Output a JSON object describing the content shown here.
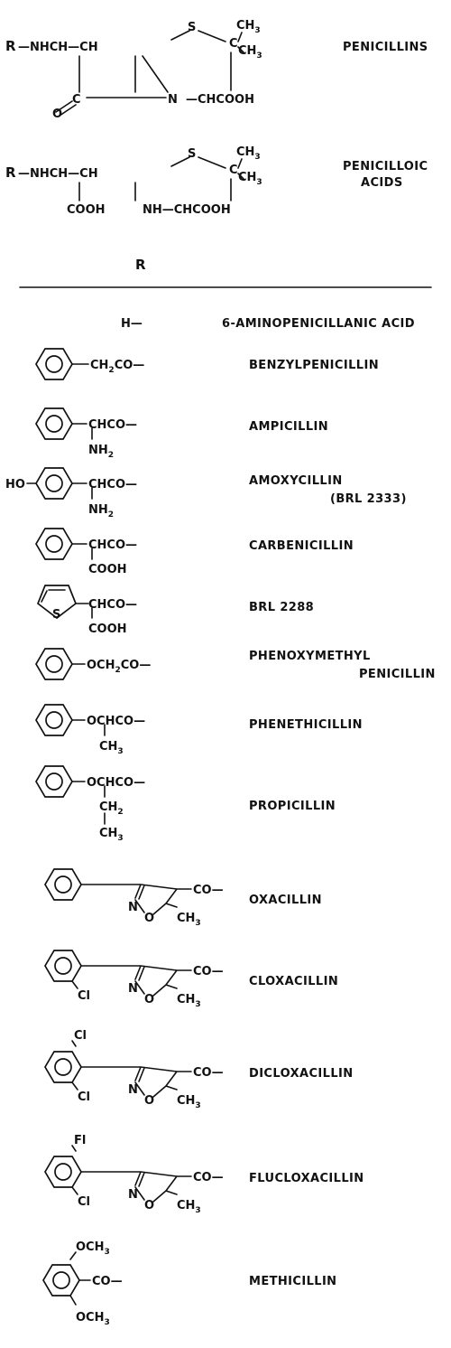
{
  "header": {
    "penicillins": {
      "r": "R",
      "top": "—NHCH—CH",
      "s": "S",
      "c": "C",
      "ch3a": "CH",
      "ch3b": "CH",
      "three": "3",
      "o": "O",
      "cpart": "C",
      "n": "N",
      "chcooh": "—CHCOOH",
      "name": "PENICILLINS"
    },
    "penicilloic": {
      "r": "R",
      "top": "—NHCH—CH",
      "s": "S",
      "c": "C",
      "ch3a": "CH",
      "ch3b": "CH",
      "three": "3",
      "cooh": "COOH",
      "nh": "NH—CHCOOH",
      "name1": "PENICILLOIC",
      "name2": "ACIDS"
    },
    "r_heading": "R"
  },
  "compounds": [
    {
      "name": "6-AMINOPENICILLANIC ACID",
      "fragment": "H—"
    },
    {
      "name": "BENZYLPENICILLIN",
      "fragment": "CH",
      "sub": "2",
      "tail": "CO—"
    },
    {
      "name": "AMPICILLIN",
      "fragment": "CHCO—",
      "below": "NH",
      "below_sub": "2"
    },
    {
      "name": "AMOXYCILLIN",
      "name2": "(BRL 2333)",
      "prefix": "HO",
      "fragment": "CHCO—",
      "below": "NH",
      "below_sub": "2"
    },
    {
      "name": "CARBENICILLIN",
      "fragment": "CHCO—",
      "below": "COOH"
    },
    {
      "name": "BRL 2288",
      "ring_atom": "S",
      "fragment": "CHCO—",
      "below": "COOH"
    },
    {
      "name": "PHENOXYMETHYL",
      "name2": "PENICILLIN",
      "fragment": "OCH",
      "sub": "2",
      "tail": "CO—"
    },
    {
      "name": "PHENETHICILLIN",
      "fragment": "OCHCO—",
      "below": "CH",
      "below_sub": "3"
    },
    {
      "name": "PROPICILLIN",
      "fragment": "OCHCO—",
      "below": "CH",
      "below_sub": "2",
      "below2": "CH",
      "below2_sub": "3"
    },
    {
      "name": "OXACILLIN",
      "fragment": "CO—",
      "n": "N",
      "o": "O",
      "ch3": "CH",
      "ch3_sub": "3"
    },
    {
      "name": "CLOXACILLIN",
      "fragment": "CO—",
      "n": "N",
      "o": "O",
      "ch3": "CH",
      "ch3_sub": "3",
      "cl_low": "Cl"
    },
    {
      "name": "DICLOXACILLIN",
      "fragment": "CO—",
      "n": "N",
      "o": "O",
      "ch3": "CH",
      "ch3_sub": "3",
      "cl_top": "Cl",
      "cl_low": "Cl"
    },
    {
      "name": "FLUCLOXACILLIN",
      "fragment": "CO—",
      "n": "N",
      "o": "O",
      "ch3": "CH",
      "ch3_sub": "3",
      "fl_top": "Fl",
      "cl_low": "Cl"
    },
    {
      "name": "METHICILLIN",
      "fragment": "CO—",
      "och3_top": "OCH",
      "och3_top_sub": "3",
      "och3_bot": "OCH",
      "och3_bot_sub": "3"
    }
  ]
}
